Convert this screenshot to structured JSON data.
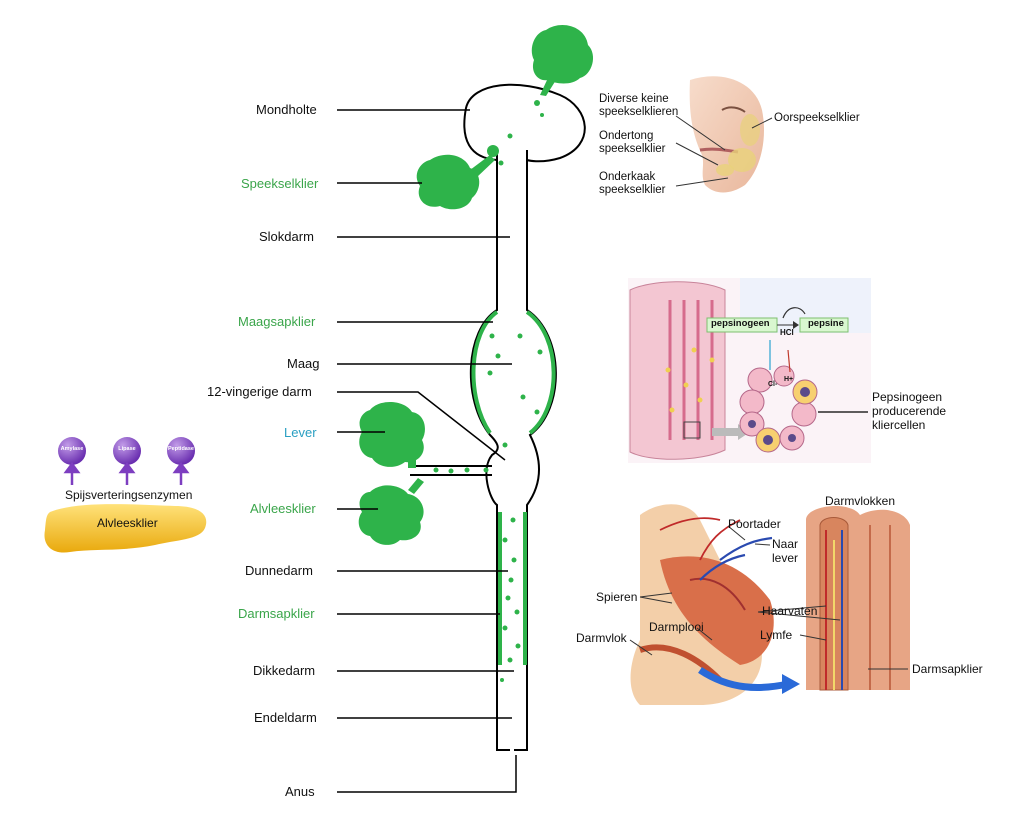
{
  "labels": {
    "mondholte": "Mondholte",
    "speekselklier": "Speekselklier",
    "slokdarm": "Slokdarm",
    "maagsapklier": "Maagsapklier",
    "maag": "Maag",
    "twaalfvingerige_darm": "12-vingerige darm",
    "lever": "Lever",
    "alvleesklier": "Alvleesklier",
    "dunnedarm": "Dunnedarm",
    "darmsapklier": "Darmsapklier",
    "dikkedarm": "Dikkedarm",
    "endeldarm": "Endeldarm",
    "anus": "Anus"
  },
  "pancreas_panel": {
    "enzymes": [
      "Amylase",
      "Lipase",
      "Peptidase"
    ],
    "title": "Spijsverteringsenzymen",
    "organ": "Alvleesklier"
  },
  "face_panel": {
    "diverse": "Diverse keine speekselklieren",
    "ondertong": "Ondertong speekselklier",
    "onderkaak": "Onderkaak speekselklier",
    "oorspeekselklier": "Oorspeekselklier"
  },
  "stomach_panel": {
    "pepsinogeen": "pepsinogeen",
    "pepsine": "pepsine",
    "hcl": "HCl",
    "h_ion": "H+",
    "cl_ion": "Cl-",
    "caption": "Pepsinogeen producerende kliercellen"
  },
  "intestine_panel": {
    "darmvlokken": "Darmvlokken",
    "poortader": "Poortader",
    "naar_lever": "Naar lever",
    "spieren": "Spieren",
    "haarvaten": "Haarvaten",
    "darmplooi": "Darmplooi",
    "darmvlok": "Darmvlok",
    "lymfe": "Lymfe",
    "darmsapklier": "Darmsapklier"
  },
  "colors": {
    "gland_green": "#2eb34a",
    "label_green": "#3aa54a",
    "label_blue": "#2a9fc2",
    "enzyme_purple": "#7d3ec0",
    "pancreas_yellow": "#f4c21b"
  }
}
